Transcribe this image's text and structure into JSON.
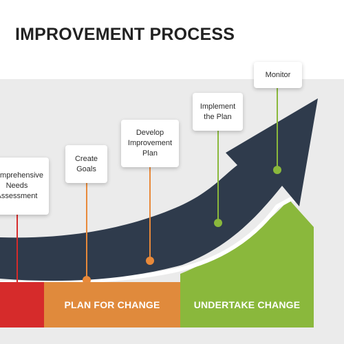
{
  "title": "IMPROVEMENT PROCESS",
  "steps": [
    {
      "label": "Comprehensive\nNeeds\nAssessment",
      "color": "#d62b2b"
    },
    {
      "label": "Create\nGoals",
      "color": "#e8893a"
    },
    {
      "label": "Develop\nImprovement\nPlan",
      "color": "#e8893a"
    },
    {
      "label": "Implement\nthe Plan",
      "color": "#8ab83c"
    },
    {
      "label": "Monitor",
      "color": "#8ab83c"
    }
  ],
  "phases": [
    {
      "label": "PLAN FOR CHANGE",
      "color": "#e08a3c"
    },
    {
      "label": "UNDERTAKE CHANGE",
      "color": "#8ab83c"
    }
  ],
  "colors": {
    "arrow": "#2f3b4c",
    "red": "#d62b2b",
    "orange": "#e08a3c",
    "green": "#8ab83c",
    "panel": "#ebebeb"
  }
}
